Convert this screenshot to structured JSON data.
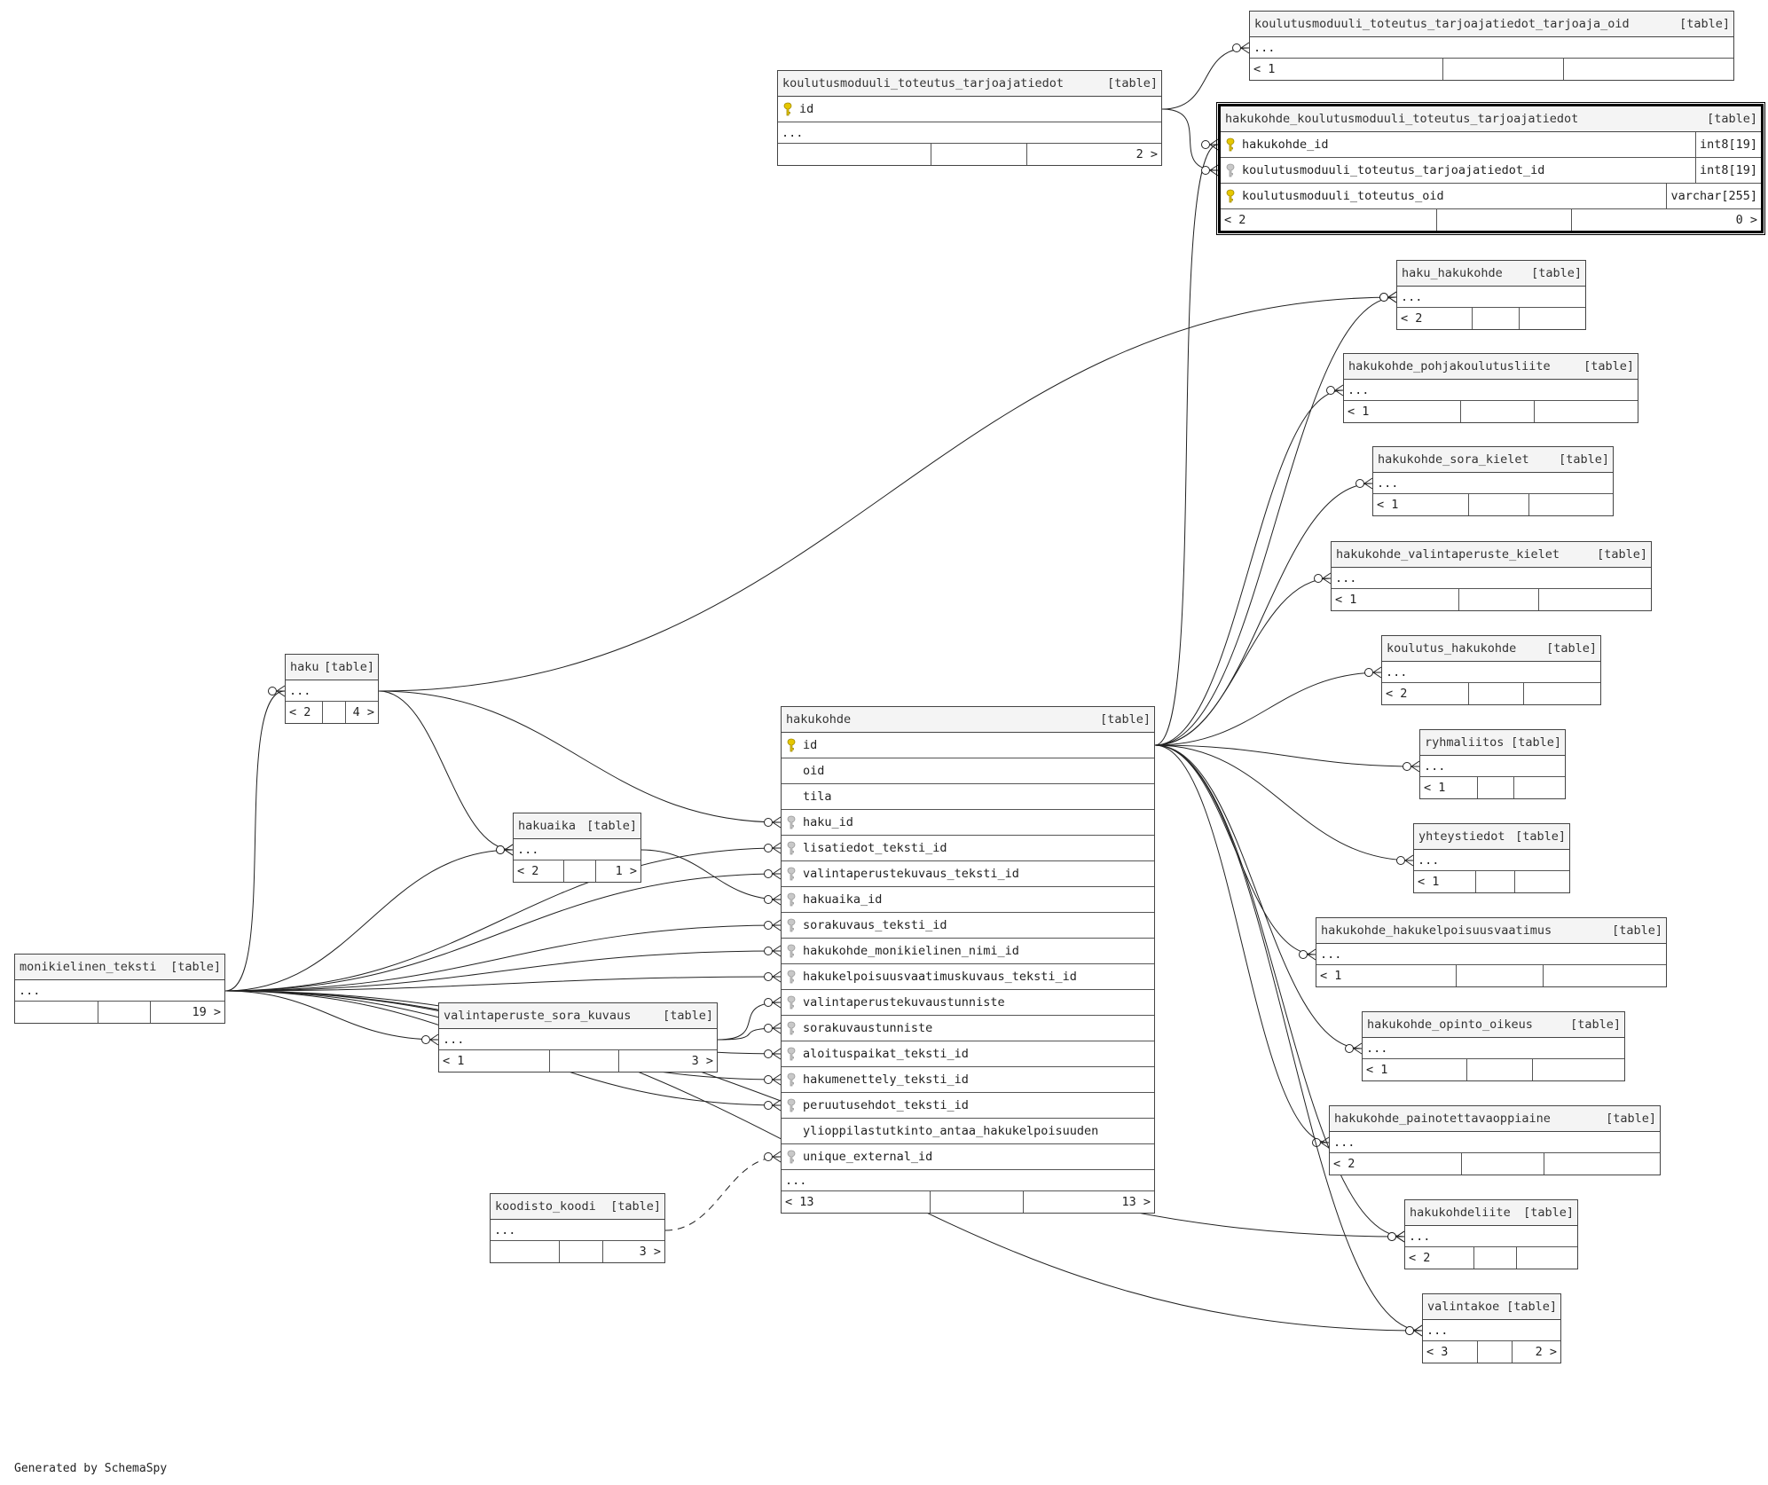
{
  "footer": "Generated by SchemaSpy",
  "tables": [
    {
      "key": "kmtt",
      "name": "koulutusmoduuli_toteutus_tarjoajatiedot",
      "kind": "[table]",
      "rows": [
        {
          "n": "id",
          "key": "pk"
        }
      ],
      "dots": "...",
      "footer": [
        "",
        "",
        "2 >"
      ]
    },
    {
      "key": "kmtto",
      "name": "koulutusmoduuli_toteutus_tarjoajatiedot_tarjoaja_oid",
      "kind": "[table]",
      "rows": [],
      "dots": "...",
      "footer": [
        "< 1",
        "",
        ""
      ]
    },
    {
      "key": "hkmtt",
      "name": "hakukohde_koulutusmoduuli_toteutus_tarjoajatiedot",
      "kind": "[table]",
      "highlight": true,
      "rows": [
        {
          "n": "hakukohde_id",
          "key": "pk",
          "t": "int8[19]"
        },
        {
          "n": "koulutusmoduuli_toteutus_tarjoajatiedot_id",
          "key": "fk",
          "t": "int8[19]"
        },
        {
          "n": "koulutusmoduuli_toteutus_oid",
          "key": "pk",
          "t": "varchar[255]"
        }
      ],
      "footer": [
        "< 2",
        "",
        "0 >"
      ]
    },
    {
      "key": "hh",
      "name": "haku_hakukohde",
      "kind": "[table]",
      "rows": [],
      "dots": "...",
      "footer": [
        "< 2",
        "",
        ""
      ]
    },
    {
      "key": "hpl",
      "name": "hakukohde_pohjakoulutusliite",
      "kind": "[table]",
      "rows": [],
      "dots": "...",
      "footer": [
        "< 1",
        "",
        ""
      ]
    },
    {
      "key": "hsk",
      "name": "hakukohde_sora_kielet",
      "kind": "[table]",
      "rows": [],
      "dots": "...",
      "footer": [
        "< 1",
        "",
        ""
      ]
    },
    {
      "key": "hvk",
      "name": "hakukohde_valintaperuste_kielet",
      "kind": "[table]",
      "rows": [],
      "dots": "...",
      "footer": [
        "< 1",
        "",
        ""
      ]
    },
    {
      "key": "kh",
      "name": "koulutus_hakukohde",
      "kind": "[table]",
      "rows": [],
      "dots": "...",
      "footer": [
        "< 2",
        "",
        ""
      ]
    },
    {
      "key": "rl",
      "name": "ryhmaliitos",
      "kind": "[table]",
      "rows": [],
      "dots": "...",
      "footer": [
        "< 1",
        "",
        ""
      ]
    },
    {
      "key": "yt",
      "name": "yhteystiedot",
      "kind": "[table]",
      "rows": [],
      "dots": "...",
      "footer": [
        "< 1",
        "",
        ""
      ]
    },
    {
      "key": "hhv",
      "name": "hakukohde_hakukelpoisuusvaatimus",
      "kind": "[table]",
      "rows": [],
      "dots": "...",
      "footer": [
        "< 1",
        "",
        ""
      ]
    },
    {
      "key": "hoo",
      "name": "hakukohde_opinto_oikeus",
      "kind": "[table]",
      "rows": [],
      "dots": "...",
      "footer": [
        "< 1",
        "",
        ""
      ]
    },
    {
      "key": "hpa",
      "name": "hakukohde_painotettavaoppiaine",
      "kind": "[table]",
      "rows": [],
      "dots": "...",
      "footer": [
        "< 2",
        "",
        ""
      ]
    },
    {
      "key": "hl",
      "name": "hakukohdeliite",
      "kind": "[table]",
      "rows": [],
      "dots": "...",
      "footer": [
        "< 2",
        "",
        ""
      ]
    },
    {
      "key": "vk",
      "name": "valintakoe",
      "kind": "[table]",
      "rows": [],
      "dots": "...",
      "footer": [
        "< 3",
        "",
        "2 >"
      ]
    },
    {
      "key": "haku",
      "name": "haku",
      "kind": "[table]",
      "rows": [],
      "dots": "...",
      "footer": [
        "< 2",
        "",
        "4 >"
      ]
    },
    {
      "key": "hakuaika",
      "name": "hakuaika",
      "kind": "[table]",
      "rows": [],
      "dots": "...",
      "footer": [
        "< 2",
        "",
        "1 >"
      ]
    },
    {
      "key": "mt",
      "name": "monikielinen_teksti",
      "kind": "[table]",
      "rows": [],
      "dots": "...",
      "footer": [
        "",
        "",
        "19 >"
      ]
    },
    {
      "key": "vsk",
      "name": "valintaperuste_sora_kuvaus",
      "kind": "[table]",
      "rows": [],
      "dots": "...",
      "footer": [
        "< 1",
        "",
        "3 >"
      ]
    },
    {
      "key": "kk",
      "name": "koodisto_koodi",
      "kind": "[table]",
      "rows": [],
      "dots": "...",
      "footer": [
        "",
        "",
        "3 >"
      ]
    },
    {
      "key": "hk",
      "name": "hakukohde",
      "kind": "[table]",
      "rows": [
        {
          "n": "id",
          "key": "pk"
        },
        {
          "n": "oid"
        },
        {
          "n": "tila"
        },
        {
          "n": "haku_id",
          "key": "fk"
        },
        {
          "n": "lisatiedot_teksti_id",
          "key": "fk"
        },
        {
          "n": "valintaperustekuvaus_teksti_id",
          "key": "fk"
        },
        {
          "n": "hakuaika_id",
          "key": "fk"
        },
        {
          "n": "sorakuvaus_teksti_id",
          "key": "fk"
        },
        {
          "n": "hakukohde_monikielinen_nimi_id",
          "key": "fk"
        },
        {
          "n": "hakukelpoisuusvaatimuskuvaus_teksti_id",
          "key": "fk"
        },
        {
          "n": "valintaperustekuvaustunniste",
          "key": "fk"
        },
        {
          "n": "sorakuvaustunniste",
          "key": "fk"
        },
        {
          "n": "aloituspaikat_teksti_id",
          "key": "fk"
        },
        {
          "n": "hakumenettely_teksti_id",
          "key": "fk"
        },
        {
          "n": "peruutusehdot_teksti_id",
          "key": "fk"
        },
        {
          "n": "ylioppilastutkinto_antaa_hakukelpoisuuden"
        },
        {
          "n": "unique_external_id",
          "key": "fk"
        }
      ],
      "dots": "...",
      "footer": [
        "< 13",
        "",
        "13 >"
      ]
    }
  ]
}
